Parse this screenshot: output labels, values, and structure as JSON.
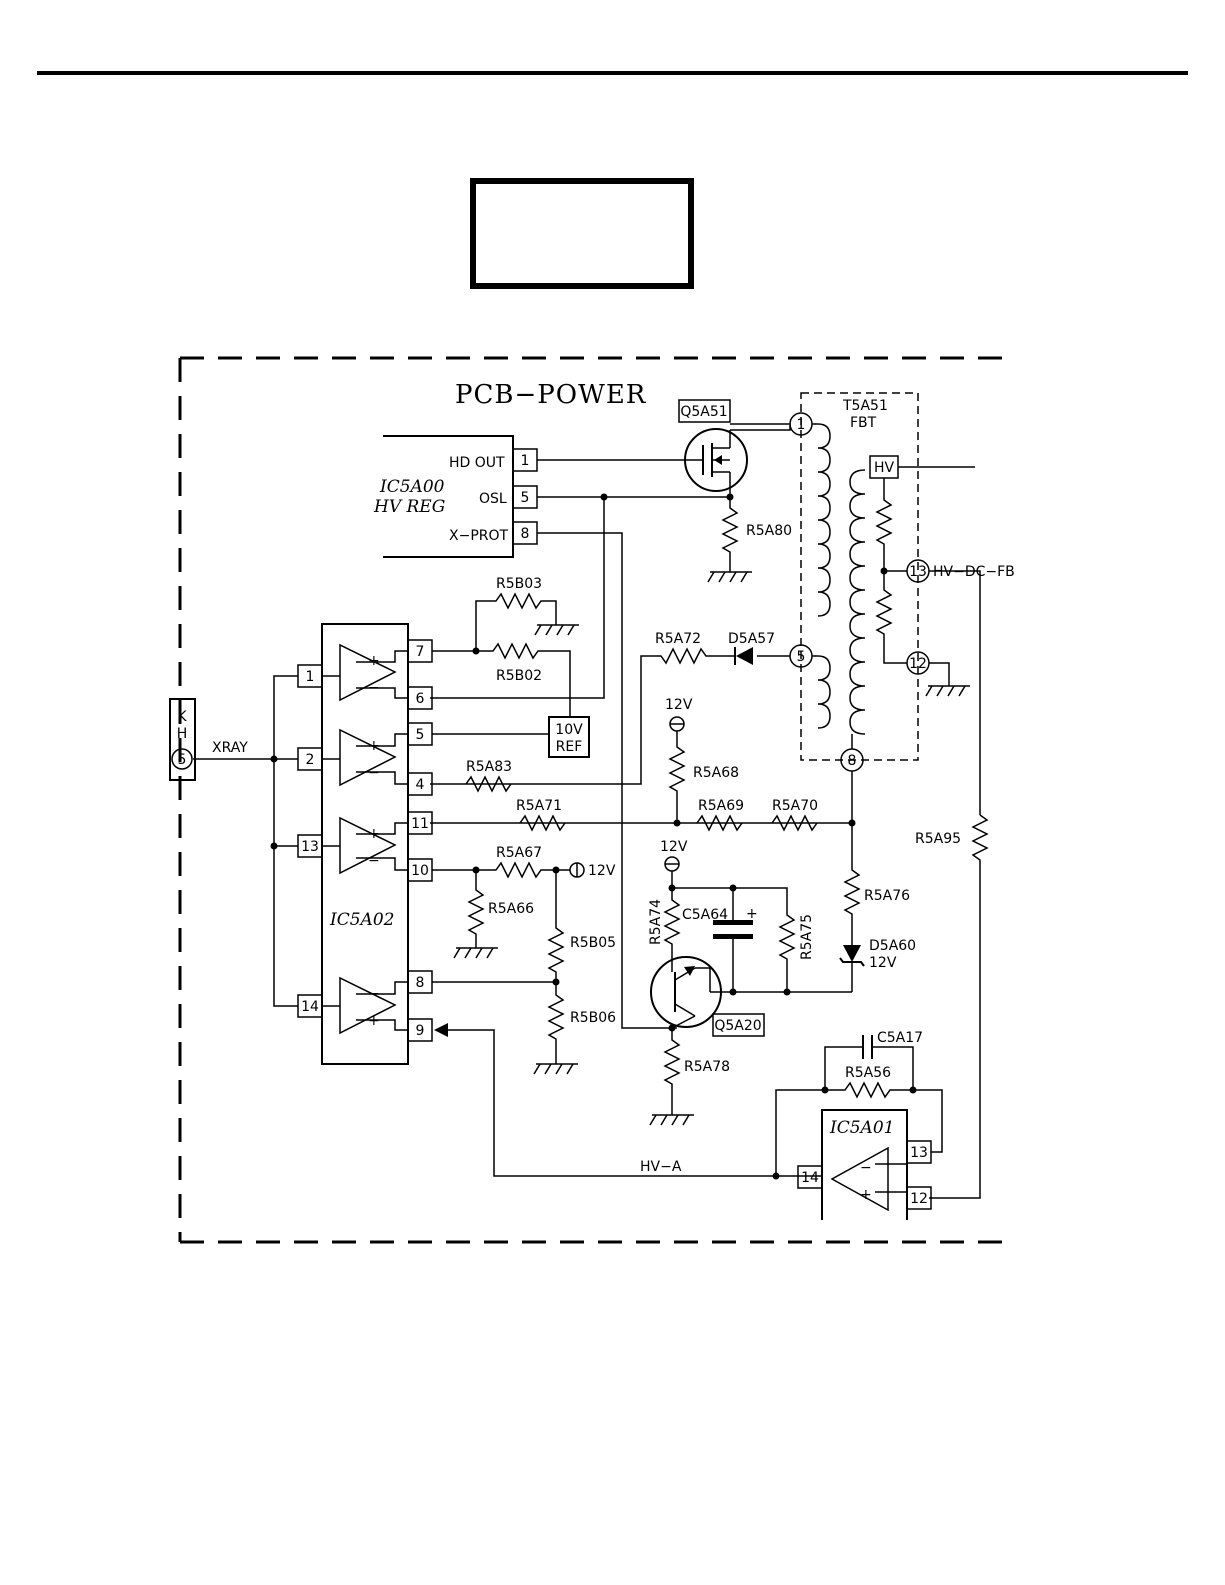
{
  "header_box_text": "",
  "diagram": {
    "title": "PCB−POWER",
    "ic_hv_reg": {
      "name": "IC5A00",
      "function": "HV  REG",
      "pins": [
        {
          "label": "HD  OUT",
          "num": "1"
        },
        {
          "label": "OSL",
          "num": "5"
        },
        {
          "label": "X−PROT",
          "num": "8"
        }
      ]
    },
    "ic_comparator": {
      "name": "IC5A02",
      "pins_left": [
        "1",
        "2",
        "13",
        "14"
      ],
      "pins_right": [
        "7",
        "6",
        "5",
        "4",
        "11",
        "10",
        "8",
        "9"
      ]
    },
    "ic_amp": {
      "name": "IC5A01",
      "pins": [
        "14",
        "13",
        "12"
      ]
    },
    "connector": {
      "letters": [
        "K",
        "H"
      ],
      "pin": "5",
      "net": "XRAY"
    },
    "transformer": {
      "ref": "T5A51",
      "type": "FBT",
      "pins": [
        "1",
        "5",
        "8",
        "13",
        "12"
      ],
      "hv_label": "HV",
      "fb_net": "HV−DC−FB"
    },
    "mosfet": "Q5A51",
    "transistor": "Q5A20",
    "reference_box": [
      "10V",
      "REF"
    ],
    "supply": "12V",
    "net_hv_a": "HV−A",
    "resistors": {
      "r5a80": "R5A80",
      "r5b03": "R5B03",
      "r5b02": "R5B02",
      "r5a72": "R5A72",
      "r5a83": "R5A83",
      "r5a68": "R5A68",
      "r5a71": "R5A71",
      "r5a69": "R5A69",
      "r5a70": "R5A70",
      "r5a67": "R5A67",
      "r5a66": "R5A66",
      "r5b05": "R5B05",
      "r5b06": "R5B06",
      "r5a74": "R5A74",
      "r5a75": "R5A75",
      "r5a76": "R5A76",
      "r5a78": "R5A78",
      "r5a56": "R5A56",
      "r5a95": "R5A95"
    },
    "diodes": {
      "d5a57": "D5A57",
      "d5a60": "D5A60",
      "d5a60_v": "12V"
    },
    "capacitors": {
      "c5a64": "C5A64",
      "c5a17": "C5A17"
    },
    "opamp_signs": {
      "plus": "+",
      "minus": "−"
    }
  }
}
